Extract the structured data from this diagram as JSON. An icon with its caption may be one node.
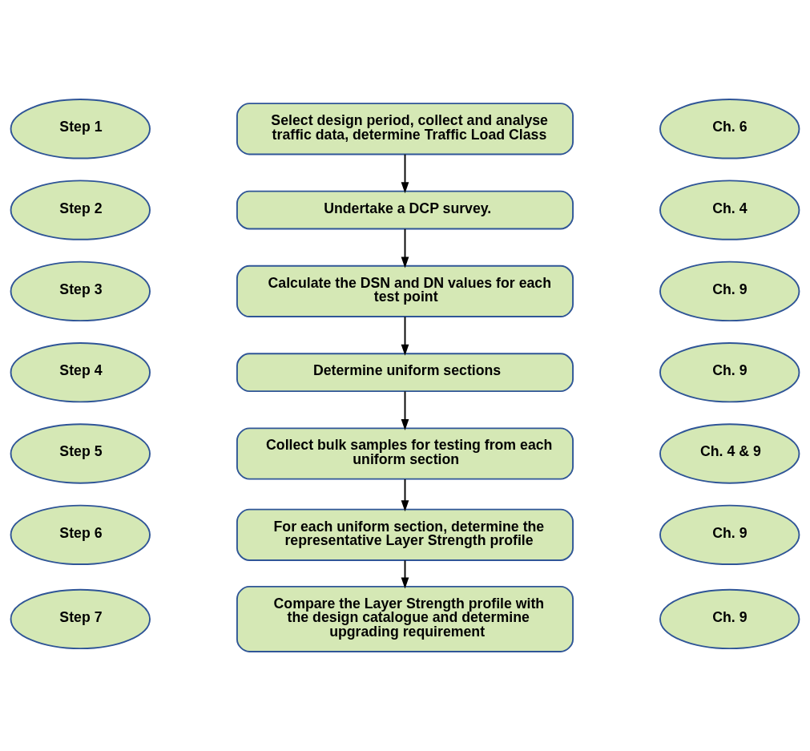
{
  "diagram": {
    "nodes": [
      {
        "text": [
          "Step 1"
        ]
      },
      {
        "text": [
          "Select design period, collect and analyse traffic data, determine Traffic Load Class"
        ]
      },
      {
        "text": [
          "Ch. 6"
        ]
      },
      {
        "text": [
          "Step 2"
        ]
      },
      {
        "text": [
          "Undertake a DCP survey."
        ]
      },
      {
        "text": [
          "Ch. 4"
        ]
      },
      {
        "text": [
          "Step 3"
        ]
      },
      {
        "text": [
          "Calculate the DSN and DN values for each test point"
        ]
      },
      {
        "text": [
          "Ch. 9"
        ]
      },
      {
        "text": [
          "Step 4"
        ]
      },
      {
        "text": [
          "Determine uniform sections"
        ]
      },
      {
        "text": [
          "Ch. 9"
        ]
      },
      {
        "text": [
          "Step 5"
        ]
      },
      {
        "text": [
          "Collect bulk samples for testing from each uniform section"
        ]
      },
      {
        "text": [
          "Ch. 4 & 9"
        ]
      },
      {
        "text": [
          "Step 6"
        ]
      },
      {
        "text": [
          "For each uniform section, determine the representative Layer Strength profile"
        ]
      },
      {
        "text": [
          "Ch. 9"
        ]
      },
      {
        "text": [
          "Step 7"
        ]
      },
      {
        "text": [
          "Compare the Layer Strength profile with the design catalogue and determine upgrading requirement"
        ]
      },
      {
        "text": [
          "Ch. 9"
        ]
      }
    ],
    "edges": [
      {
        "from": 1,
        "to": 4,
        "arrow": "to"
      },
      {
        "from": 4,
        "to": 7,
        "arrow": "to"
      },
      {
        "from": 7,
        "to": 10,
        "arrow": "to"
      },
      {
        "from": 10,
        "to": 13,
        "arrow": "to"
      },
      {
        "from": 13,
        "to": 16,
        "arrow": "to"
      },
      {
        "from": 16,
        "to": 19,
        "arrow": "to"
      }
    ]
  }
}
